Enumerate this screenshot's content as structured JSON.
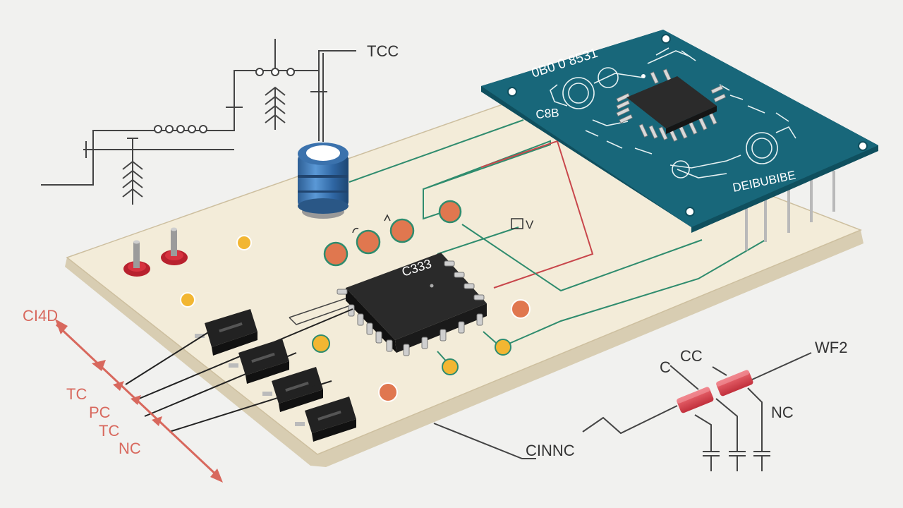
{
  "schematic_top": {
    "tcc_label": "TCC"
  },
  "left_bus": {
    "bus_label": "CI4D",
    "lines": [
      "TC",
      "PC",
      "TC",
      "NC"
    ]
  },
  "bottom_right": {
    "c_label": "C",
    "cc_label": "CC",
    "wf2_label": "WF2",
    "nc_label": "NC",
    "cinnc_label": "CINNC"
  },
  "main_pcb": {
    "chip_marking": "C333",
    "v_label": "V"
  },
  "module_pcb": {
    "top_text": "0B0 0 8531",
    "left_text": "C8B",
    "bottom_text": "DEIBUBIBE"
  },
  "colors": {
    "board": "#f3ecd9",
    "board_edge": "#d8cdb2",
    "module": "#18677a",
    "trace_green": "#2f8c6e",
    "trace_red": "#c8464b",
    "pad_orange": "#e0774f",
    "pad_yellow": "#f2b632",
    "bus_red": "#d8685d",
    "capacitor_blue": "#3a78b7"
  }
}
